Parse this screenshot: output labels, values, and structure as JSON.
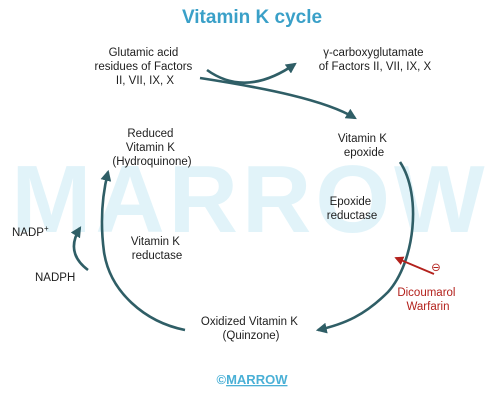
{
  "title": "Vitamin K cycle",
  "watermark": "MARROW",
  "footer": {
    "copyright": "©",
    "brand": "MARROW"
  },
  "nodes": {
    "glutamic": [
      "Glutamic acid",
      "residues of Factors",
      "II, VII, IX, X"
    ],
    "gamma": [
      "γ-carboxyglutamate",
      "of Factors II, VII, IX, X"
    ],
    "epoxide": [
      "Vitamin K",
      "epoxide"
    ],
    "reduced": [
      "Reduced",
      "Vitamin K",
      "(Hydroquinone)"
    ],
    "oxidized": [
      "Oxidized Vitamin K",
      "(Quinzone)"
    ]
  },
  "enzymes": {
    "epoxide_reductase": [
      "Epoxide",
      "reductase"
    ],
    "vitk_reductase": [
      "Vitamin K",
      "reductase"
    ]
  },
  "cofactors": {
    "nadp": "NADP",
    "nadp_sup": "+",
    "nadph": "NADPH"
  },
  "inhibitor": {
    "symbol": "⊖",
    "names": [
      "Dicoumarol",
      "Warfarin"
    ]
  },
  "colors": {
    "cycle_arrow": "#2f5e66",
    "title": "#3aa0c8",
    "inhibitor": "#b3211c",
    "watermark": "#d7f0f8"
  }
}
